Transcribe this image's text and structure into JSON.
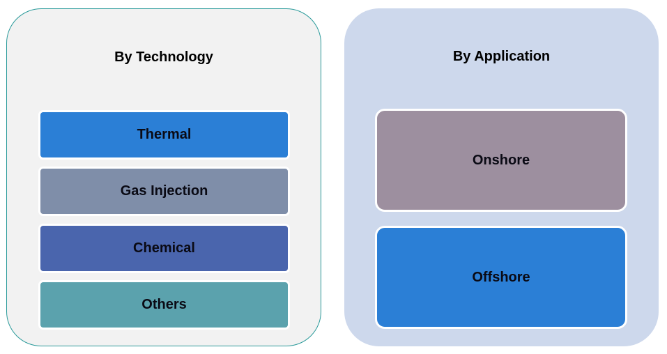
{
  "panels": {
    "technology": {
      "title": "By Technology",
      "items": [
        {
          "label": "Thermal",
          "color": "#2b7fd6"
        },
        {
          "label": "Gas Injection",
          "color": "#7f8ea9"
        },
        {
          "label": "Chemical",
          "color": "#4a65ad"
        },
        {
          "label": "Others",
          "color": "#5ba2ad"
        }
      ]
    },
    "application": {
      "title": "By Application",
      "items": [
        {
          "label": "Onshore",
          "color": "#9d8f9f"
        },
        {
          "label": "Offshore",
          "color": "#2b7fd6"
        }
      ]
    }
  }
}
